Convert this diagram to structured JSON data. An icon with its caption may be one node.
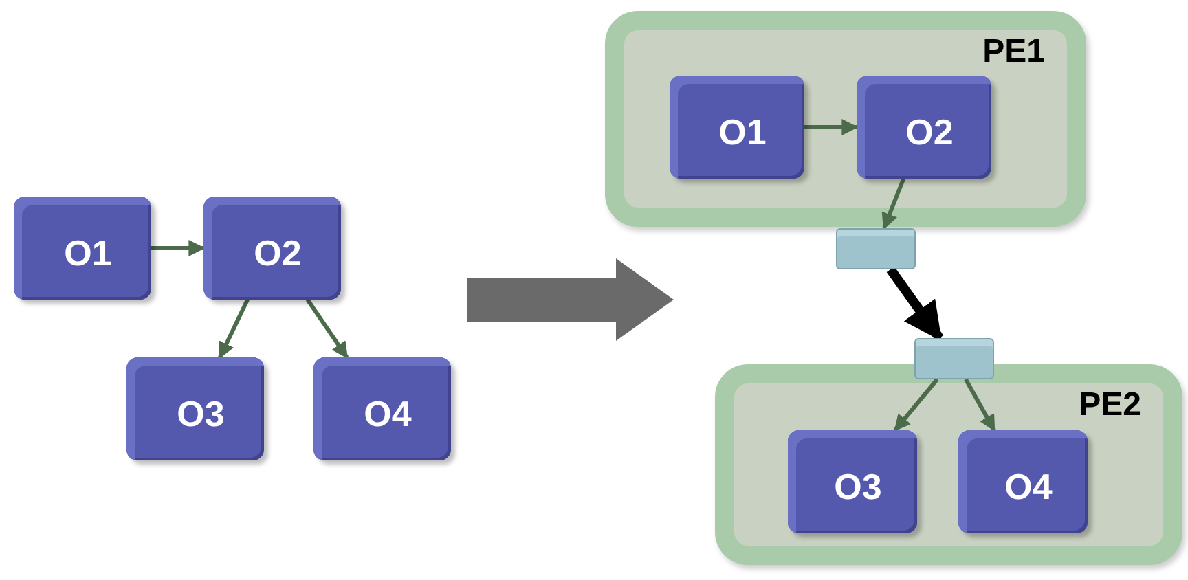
{
  "diagram": {
    "nodes": [
      {
        "text": [
          "O1"
        ]
      },
      {
        "text": [
          "O2"
        ]
      },
      {
        "text": [
          "O3"
        ]
      },
      {
        "text": [
          "O4"
        ]
      },
      {
        "text": [
          "PE1"
        ]
      },
      {
        "text": [
          "O1"
        ],
        "in": 4
      },
      {
        "text": [
          "O2"
        ],
        "in": 4
      },
      {
        "text": [],
        "shape": "box"
      },
      {
        "text": [],
        "shape": "box"
      },
      {
        "text": [
          "PE2"
        ]
      },
      {
        "text": [
          "O3"
        ],
        "in": 9
      },
      {
        "text": [
          "O4"
        ],
        "in": 9
      }
    ],
    "edges": [
      {
        "from": 0,
        "to": 1,
        "arrow": "to"
      },
      {
        "from": 1,
        "to": 2,
        "arrow": "to"
      },
      {
        "from": 1,
        "to": 3,
        "arrow": "to"
      },
      {
        "from": 5,
        "to": 6,
        "arrow": "to"
      },
      {
        "from": 6,
        "to": 7,
        "arrow": "to"
      },
      {
        "from": 7,
        "to": 8,
        "arrow": "to",
        "style": "thick",
        "color": "#000000"
      },
      {
        "from": 8,
        "to": 10,
        "arrow": "to"
      },
      {
        "from": 8,
        "to": 11,
        "arrow": "to"
      }
    ]
  }
}
